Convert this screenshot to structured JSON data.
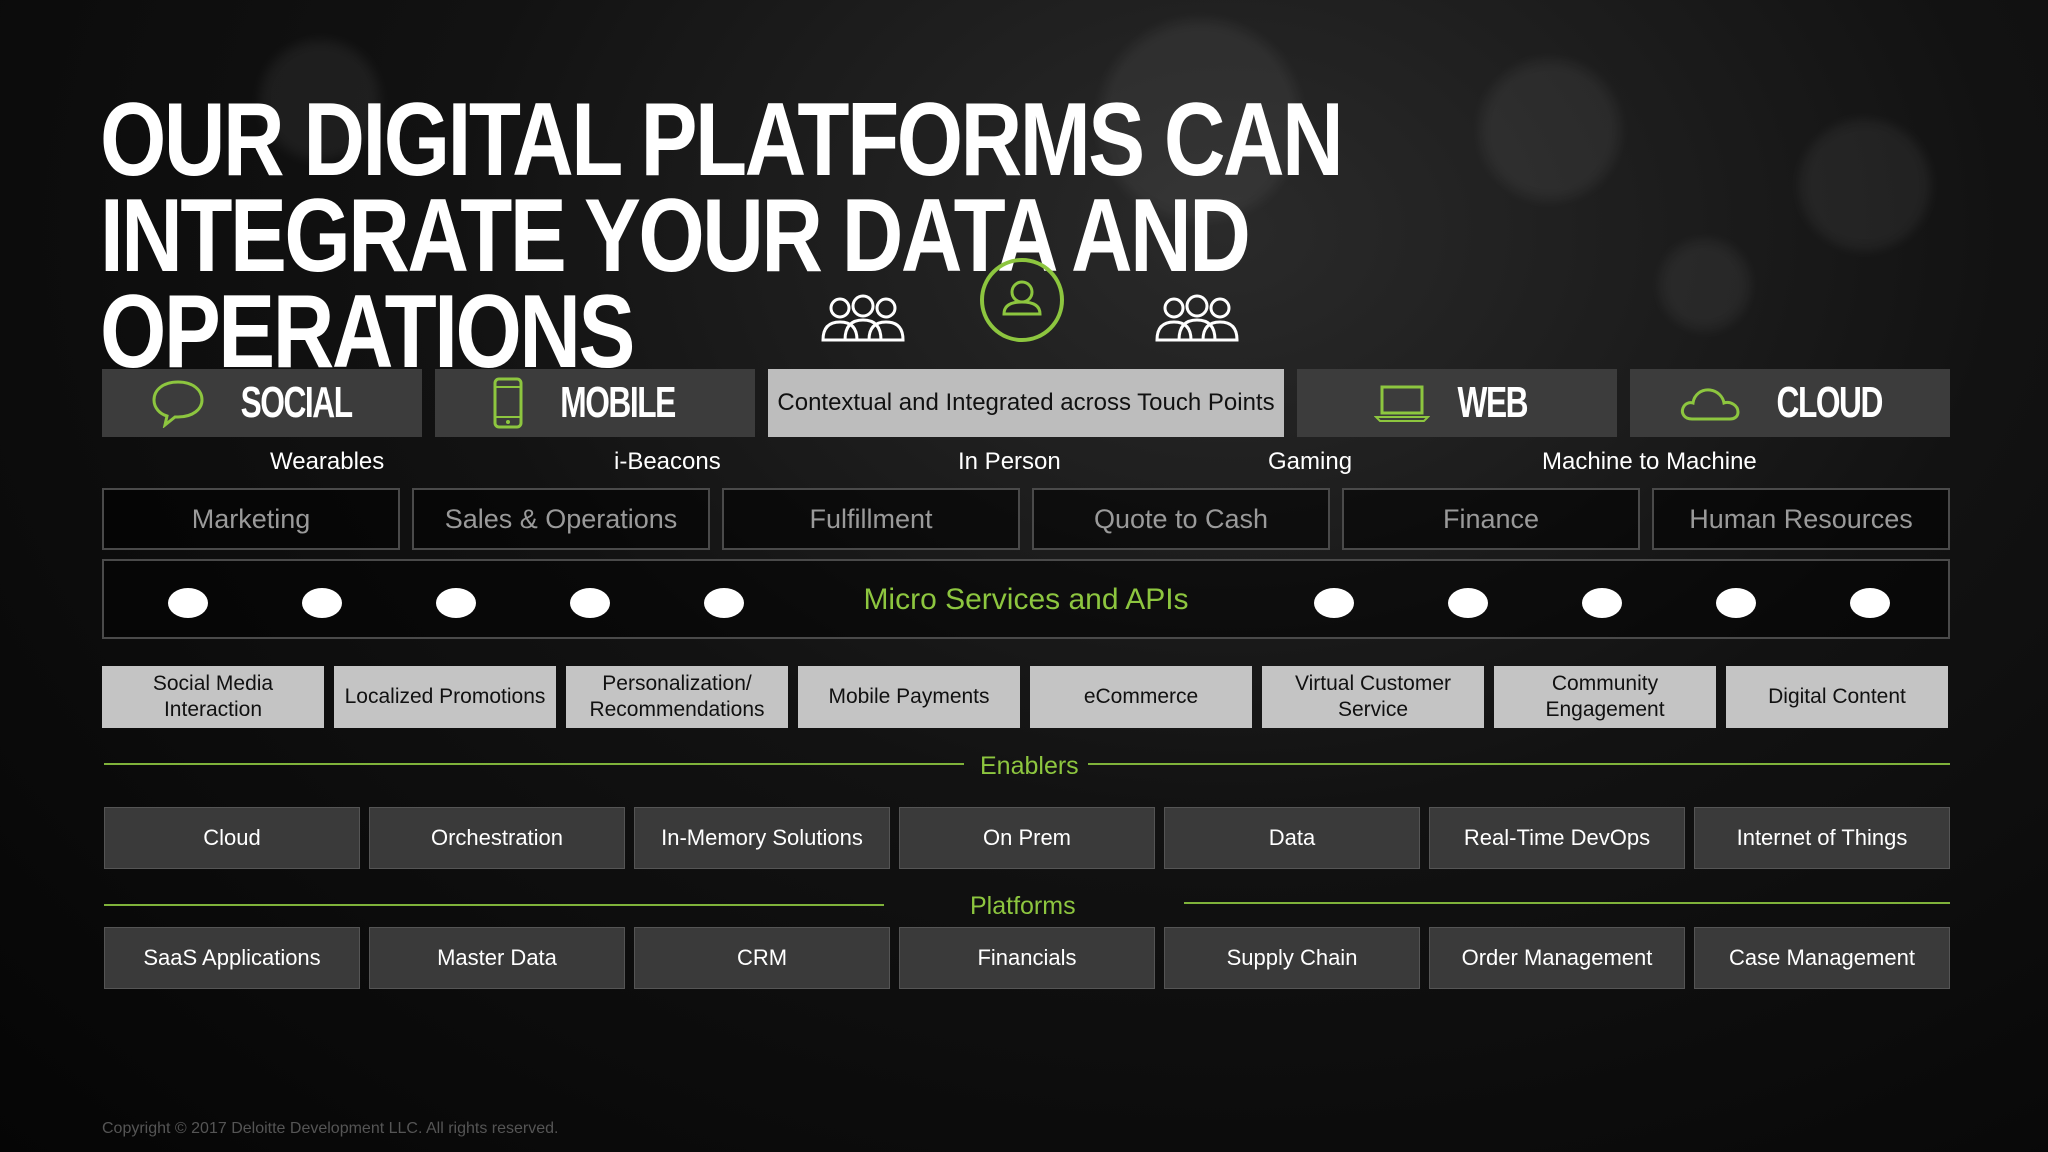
{
  "title": "OUR DIGITAL PLATFORMS CAN INTEGRATE YOUR DATA AND OPERATIONS",
  "channels": {
    "social": "SOCIAL",
    "mobile": "MOBILE",
    "center": "Contextual and Integrated across Touch Points",
    "web": "WEB",
    "cloud": "CLOUD"
  },
  "touchpoints": [
    "Wearables",
    "i-Beacons",
    "In Person",
    "Gaming",
    "Machine to Machine"
  ],
  "functions": [
    "Marketing",
    "Sales & Operations",
    "Fulfillment",
    "Quote to Cash",
    "Finance",
    "Human Resources"
  ],
  "micro_services": "Micro Services and APIs",
  "capabilities": [
    "Social Media Interaction",
    "Localized Promotions",
    "Personalization/ Recommendations",
    "Mobile Payments",
    "eCommerce",
    "Virtual  Customer Service",
    "Community Engagement",
    "Digital Content"
  ],
  "enablers_label": "Enablers",
  "enablers": [
    "Cloud",
    "Orchestration",
    "In-Memory Solutions",
    "On Prem",
    "Data",
    "Real-Time DevOps",
    "Internet of Things"
  ],
  "platforms_label": "Platforms",
  "platforms": [
    "SaaS Applications",
    "Master Data",
    "CRM",
    "Financials",
    "Supply Chain",
    "Order Management",
    "Case Management"
  ],
  "copyright": "Copyright © 2017 Deloitte Development LLC. All rights reserved.",
  "colors": {
    "accent_green": "#8dc63f",
    "channel_bg": "#3c3c3c",
    "capability_bg": "#c4c4c4"
  }
}
